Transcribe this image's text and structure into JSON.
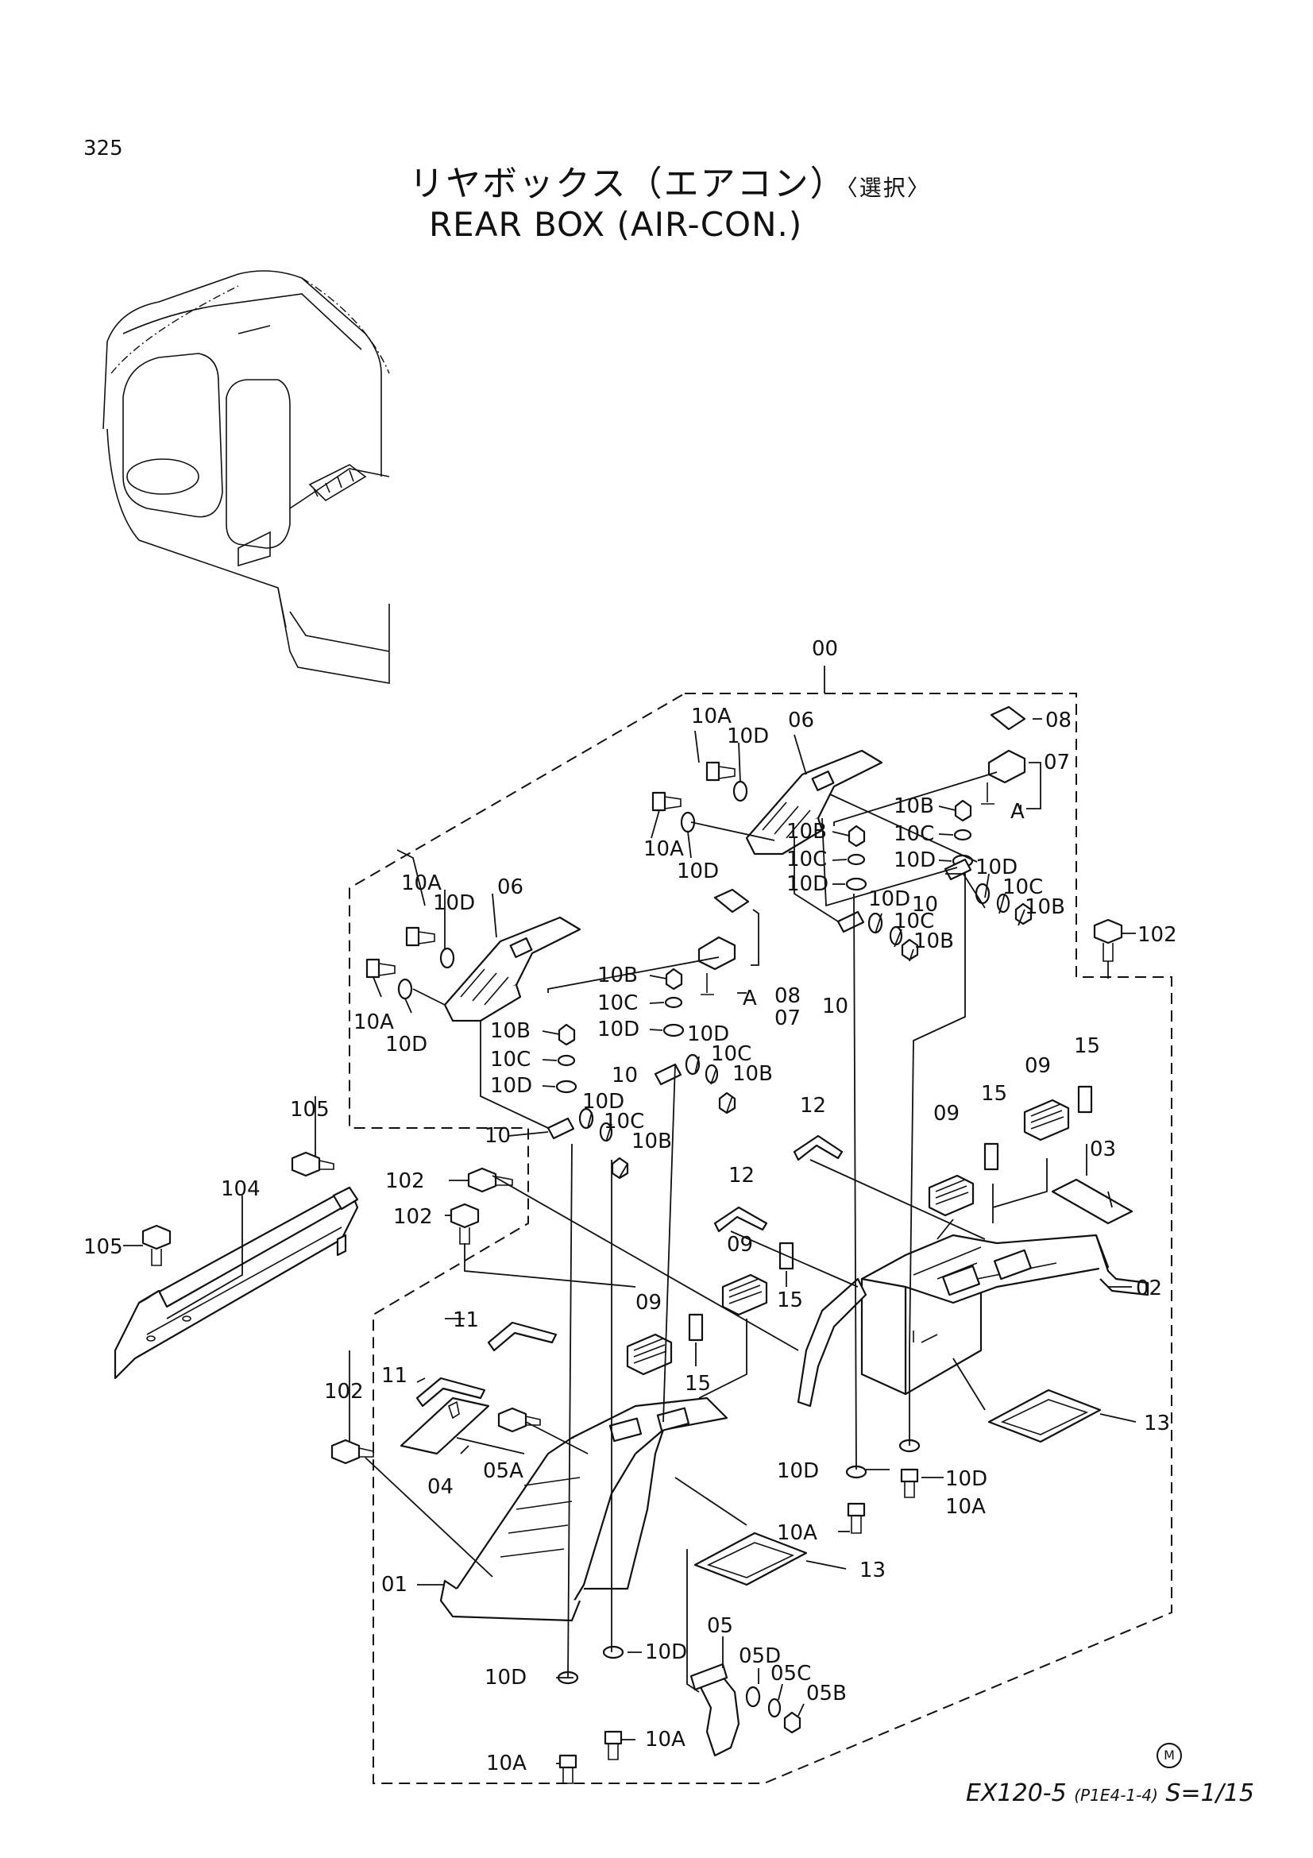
{
  "header": {
    "page_number": "325",
    "title_jp": "リヤボックス（エアコン）",
    "title_jp_option": "〈選択〉",
    "title_en": "REAR BOX (AIR-CON.)"
  },
  "footer": {
    "model": "EX120-5",
    "code": "(P1E4-1-4)",
    "scale": "S=1/15",
    "mark": "M"
  },
  "callouts": {
    "c00": "00",
    "c01": "01",
    "c02": "02",
    "c03": "03",
    "c04": "04",
    "c05": "05",
    "c05a": "05A",
    "c05b": "05B",
    "c05c": "05C",
    "c05d": "05D",
    "c06a": "06",
    "c06b": "06",
    "c07a": "07",
    "c07b": "07",
    "c08a": "08",
    "c08b": "08",
    "c09a": "09",
    "c09b": "09",
    "c09c": "09",
    "c09d": "09",
    "c10a": "10",
    "c10b": "10",
    "c10c": "10",
    "c10d": "10",
    "c10A1": "10A",
    "c10A2": "10A",
    "c10A3": "10A",
    "c10A4": "10A",
    "c10A5": "10A",
    "c10A6": "10A",
    "c10A7": "10A",
    "c10B1": "10B",
    "c10B2": "10B",
    "c10B3": "10B",
    "c10B4": "10B",
    "c10B5": "10B",
    "c10B6": "10B",
    "c10B7": "10B",
    "c10B8": "10B",
    "c10C1": "10C",
    "c10C2": "10C",
    "c10C3": "10C",
    "c10C4": "10C",
    "c10C5": "10C",
    "c10C6": "10C",
    "c10C7": "10C",
    "c10C8": "10C",
    "c10D1": "10D",
    "c10D2": "10D",
    "c10D3": "10D",
    "c10D4": "10D",
    "c10D5": "10D",
    "c10D6": "10D",
    "c10D7": "10D",
    "c10D8": "10D",
    "c10D9": "10D",
    "c10D10": "10D",
    "c10D11": "10D",
    "c10D12": "10D",
    "c10D13": "10D",
    "c10D14": "10D",
    "c11a": "11",
    "c11b": "11",
    "c12a": "12",
    "c12b": "12",
    "c13a": "13",
    "c13b": "13",
    "c15a": "15",
    "c15b": "15",
    "c15c": "15",
    "c15d": "15",
    "c102a": "102",
    "c102b": "102",
    "c102c": "102",
    "c102d": "102",
    "c104": "104",
    "c105a": "105",
    "c105b": "105",
    "cA1": "A",
    "cA2": "A"
  }
}
